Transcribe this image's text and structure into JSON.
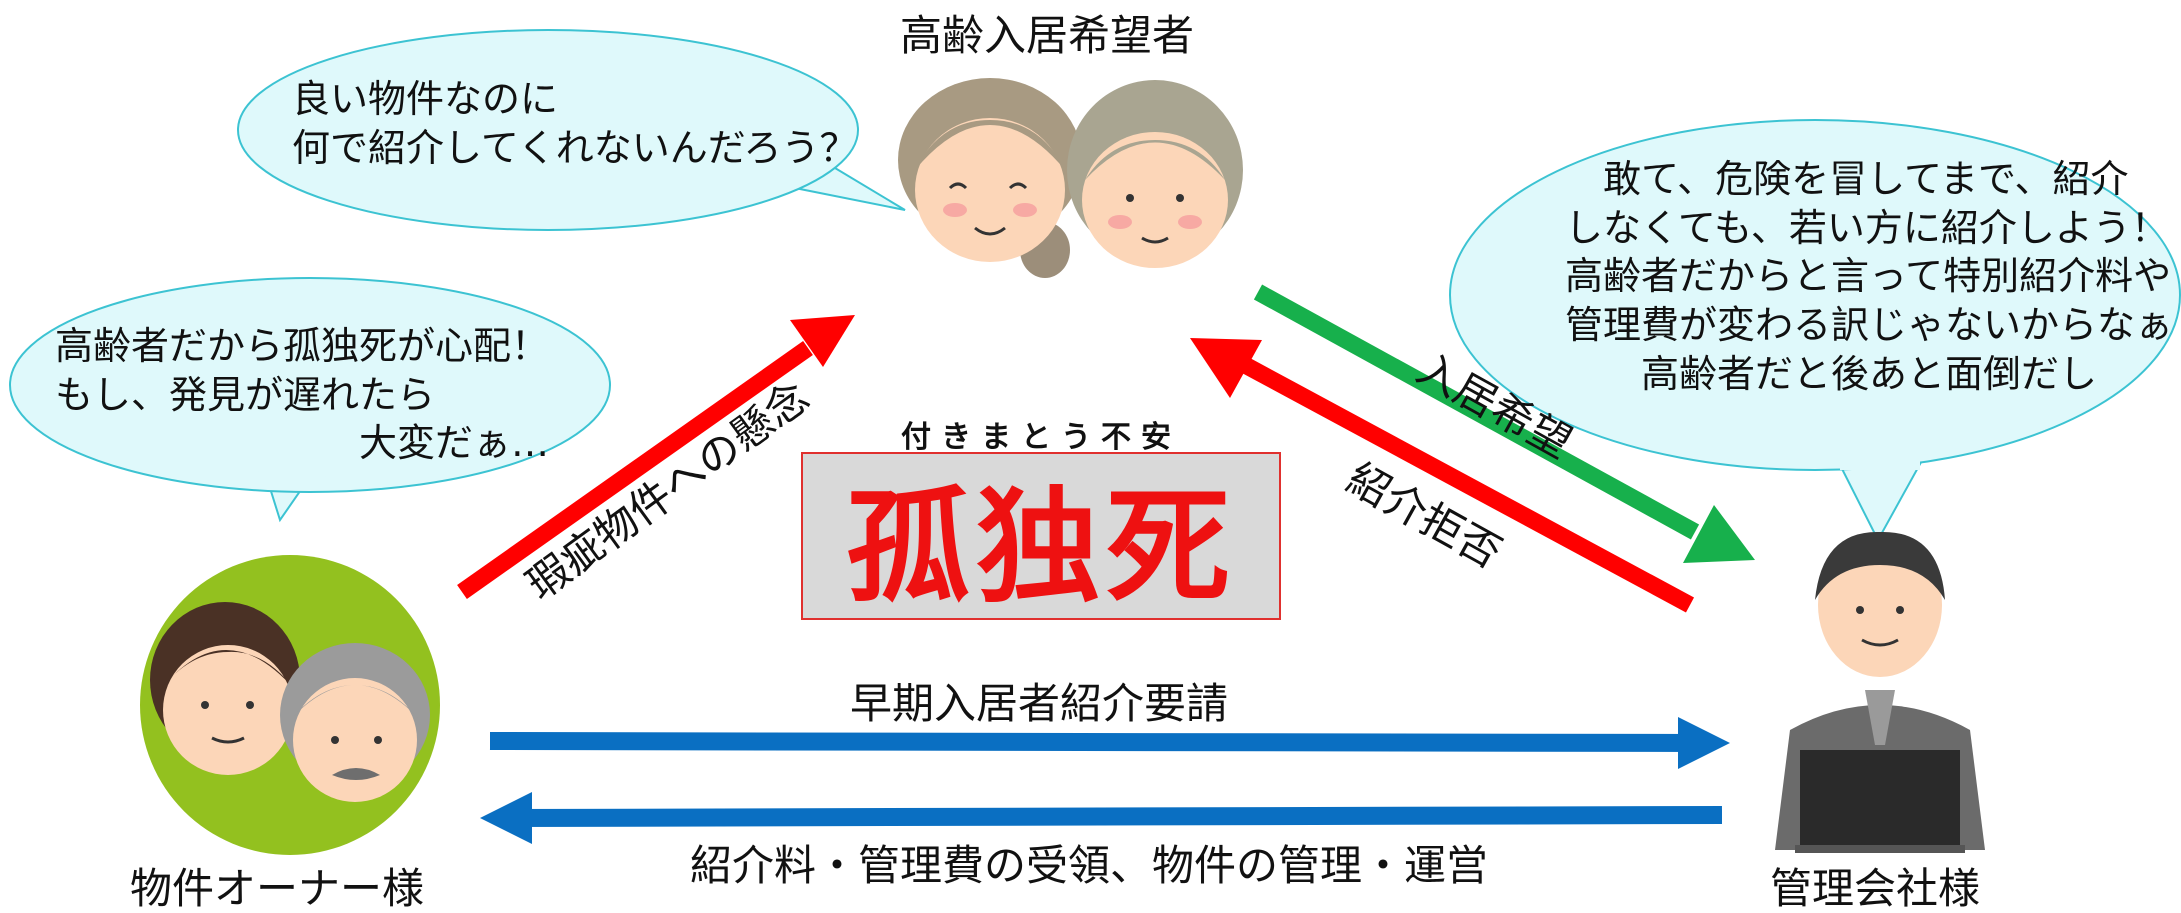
{
  "title_seniors": "高齢入居希望者",
  "owner_label": "物件オーナー様",
  "manager_label": "管理会社様",
  "bubbles": {
    "seniors": "良い物件なのに\n何で紹介してくれないんだろう？",
    "owner": "高齢者だから孤独死が心配！\nもし、発見が遅れたら\n　　　　　　　　大変だぁ…",
    "manager": "　敢て、危険を冒してまで、紹介\nしなくても、若い方に紹介しよう！\n高齢者だからと言って特別紹介料や\n管理費が変わる訳じゃないからなぁ\n　　高齢者だと後あと面倒だし"
  },
  "arrows": {
    "owner_to_seniors": "瑕疵物件への懸念",
    "seniors_to_manager": "入居希望",
    "manager_to_seniors": "紹介拒否",
    "owner_to_manager": "早期入居者紹介要請",
    "manager_to_owner": "紹介料・管理費の受領、物件の管理・運営"
  },
  "center": {
    "subtitle": "付きまとう不安",
    "main": "孤独死"
  },
  "colors": {
    "red_arrow": "#ff0000",
    "green_arrow": "#17b04c",
    "blue_arrow": "#0a6fc2",
    "bubble_fill": "#dff9fb",
    "bubble_stroke": "#3cc3d2"
  }
}
